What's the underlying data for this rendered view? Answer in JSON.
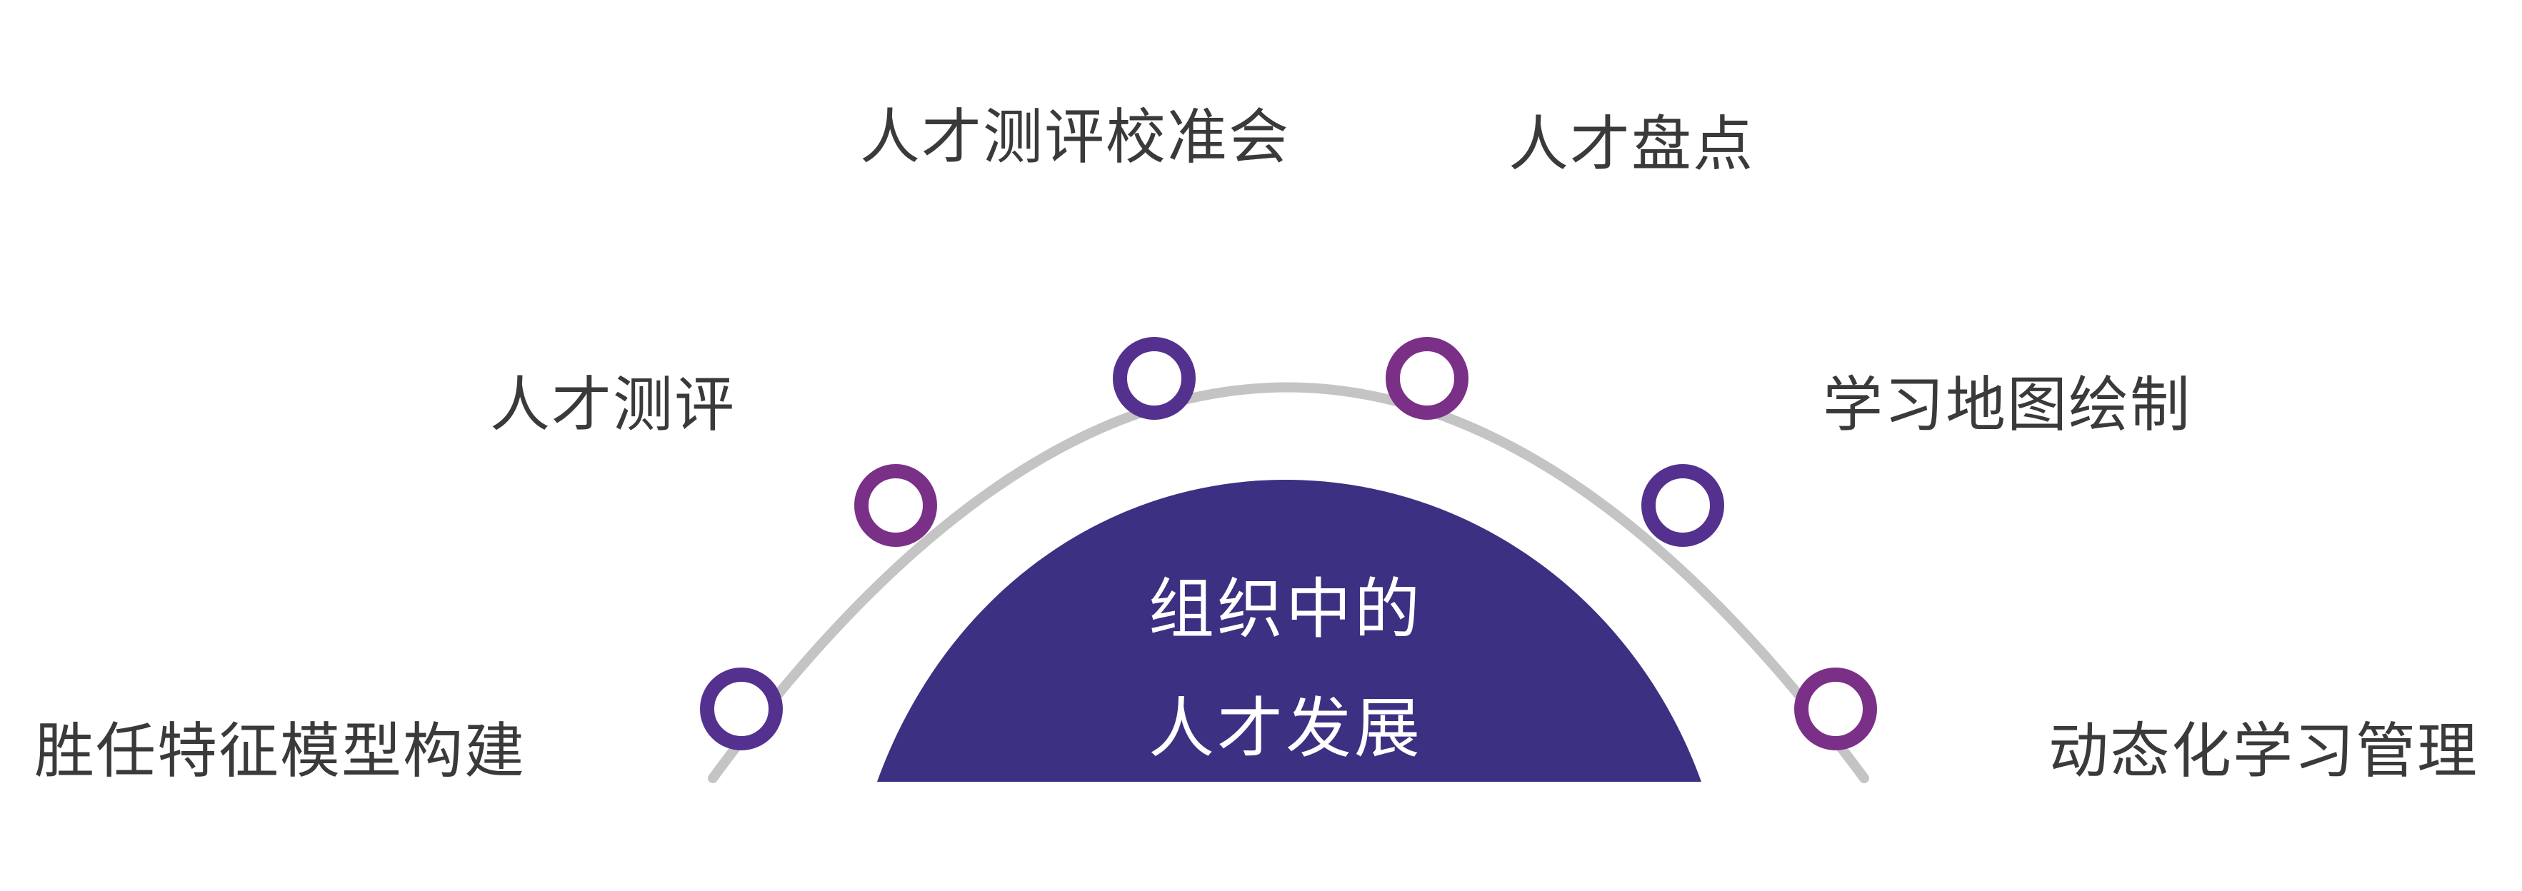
{
  "center": {
    "line1": "组织中的",
    "line2": "人才发展"
  },
  "nodes": [
    {
      "label": "胜任特征模型构建",
      "color": "#55318f"
    },
    {
      "label": "人才测评",
      "color": "#7b3088"
    },
    {
      "label": "人才测评校准会",
      "color": "#55318f"
    },
    {
      "label": "人才盘点",
      "color": "#7b3088"
    },
    {
      "label": "学习地图绘制",
      "color": "#55318f"
    },
    {
      "label": "动态化学习管理",
      "color": "#7b3088"
    }
  ],
  "colors": {
    "arc": "#c4c4c4",
    "dome": "#3c3082",
    "text": "#3a3a3a"
  }
}
